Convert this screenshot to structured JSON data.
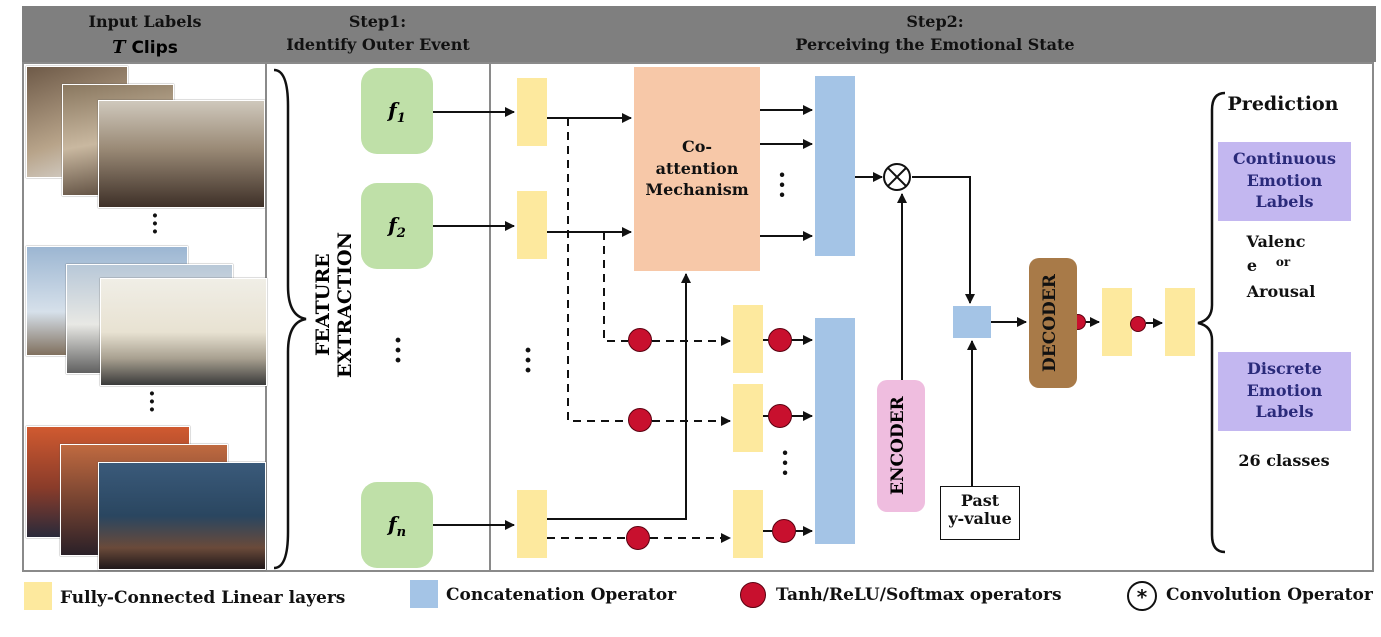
{
  "header": {
    "input_labels": "Input Labels",
    "t_symbol": "T",
    "clips": "Clips",
    "step1_title": "Step1:",
    "step1_sub": "Identify Outer Event",
    "step2_title": "Step2:",
    "step2_sub": "Perceiving the Emotional State"
  },
  "extraction": {
    "feature_label": "FEATURE EXTRACTION",
    "f_labels": [
      "f",
      "f",
      "f"
    ],
    "f_subs": [
      "1",
      "2",
      "n"
    ]
  },
  "main": {
    "coattention": "Co-\nattention\nMechanism",
    "encoder": "ENCODER",
    "decoder": "DECODER",
    "past_value": "Past\ny-value"
  },
  "prediction": {
    "title": "Prediction",
    "continuous_box": "Continuous\nEmotion\nLabels",
    "valence_a": "Valenc",
    "valence_b": "e",
    "or_text": "or",
    "arousal": "Arousal",
    "discrete_box": "Discrete\nEmotion\nLabels",
    "classes": "26 classes"
  },
  "legend": {
    "fc_layers": "Fully-Connected Linear layers",
    "concat": "Concatenation Operator",
    "activation": "Tanh/ReLU/Softmax operators",
    "conv": "Convolution Operator"
  },
  "colors": {
    "header_bg": "#7f7f7f",
    "f_box": "#bfe0a8",
    "fc_layer": "#fde99e",
    "concat": "#a4c4e6",
    "activation": "#c8102e",
    "coattention": "#f7c8a8",
    "encoder": "#efbddf",
    "decoder": "#a87a48",
    "label_box": "#c3b7f0"
  }
}
